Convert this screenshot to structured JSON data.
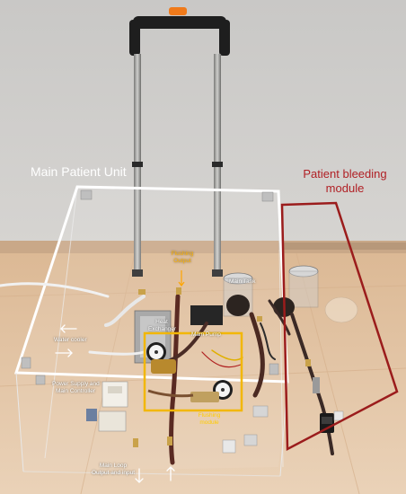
{
  "labels": {
    "main_unit": "Main Patient Unit",
    "bleeding_module": [
      "Patient bleeding",
      "module"
    ],
    "flushing_output": [
      "Flushing",
      "Output"
    ],
    "main_tank": "Main Tank",
    "heat_exchanger": [
      "Heat",
      "Exchanger"
    ],
    "main_pump": "Main Pump",
    "water_cooler": "Water cooler",
    "power_supply": [
      "Power Supply and",
      "Main Controller"
    ],
    "flushing_module": [
      "Flushing",
      "module"
    ],
    "main_loop": [
      "Main Loop",
      "Output and input"
    ]
  },
  "colors": {
    "unit_outline": "#ffffff",
    "bleeding_outline": "#9b1c1c",
    "flushing_box": "#f2b705",
    "wall": "#cfcdca",
    "floor": "#e3c3a3"
  }
}
